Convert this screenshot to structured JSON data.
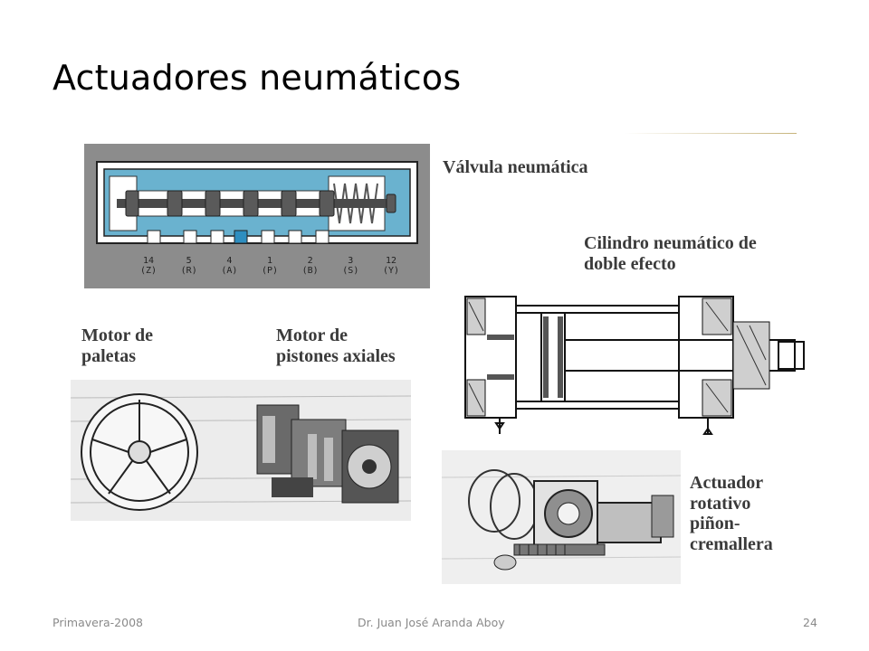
{
  "slide": {
    "title": "Actuadores neumáticos"
  },
  "labels": {
    "valve": "Válvula neumática",
    "cylinder_line1": "Cilindro neumático de",
    "cylinder_line2": "doble efecto",
    "vane_line1": "Motor de",
    "vane_line2": "paletas",
    "piston_line1": "Motor de",
    "piston_line2": "pistones axiales",
    "rotary_line1": "Actuador",
    "rotary_line2": "rotativo",
    "rotary_line3": "piñon-",
    "rotary_line4": "cremallera"
  },
  "valve_ports": [
    {
      "num": "14",
      "code": "(Z)"
    },
    {
      "num": "5",
      "code": "(R)"
    },
    {
      "num": "4",
      "code": "(A)"
    },
    {
      "num": "1",
      "code": "(P)"
    },
    {
      "num": "2",
      "code": "(B)"
    },
    {
      "num": "3",
      "code": "(S)"
    },
    {
      "num": "12",
      "code": "(Y)"
    }
  ],
  "footer": {
    "left": "Primavera-2008",
    "center": "Dr. Juan José Aranda Aboy",
    "page": "24"
  },
  "colors": {
    "valve_fill": "#6ab2cf",
    "valve_bg": "#8a8a8a",
    "label_text": "#3a3a3a",
    "footer_text": "#8a8a8a"
  }
}
